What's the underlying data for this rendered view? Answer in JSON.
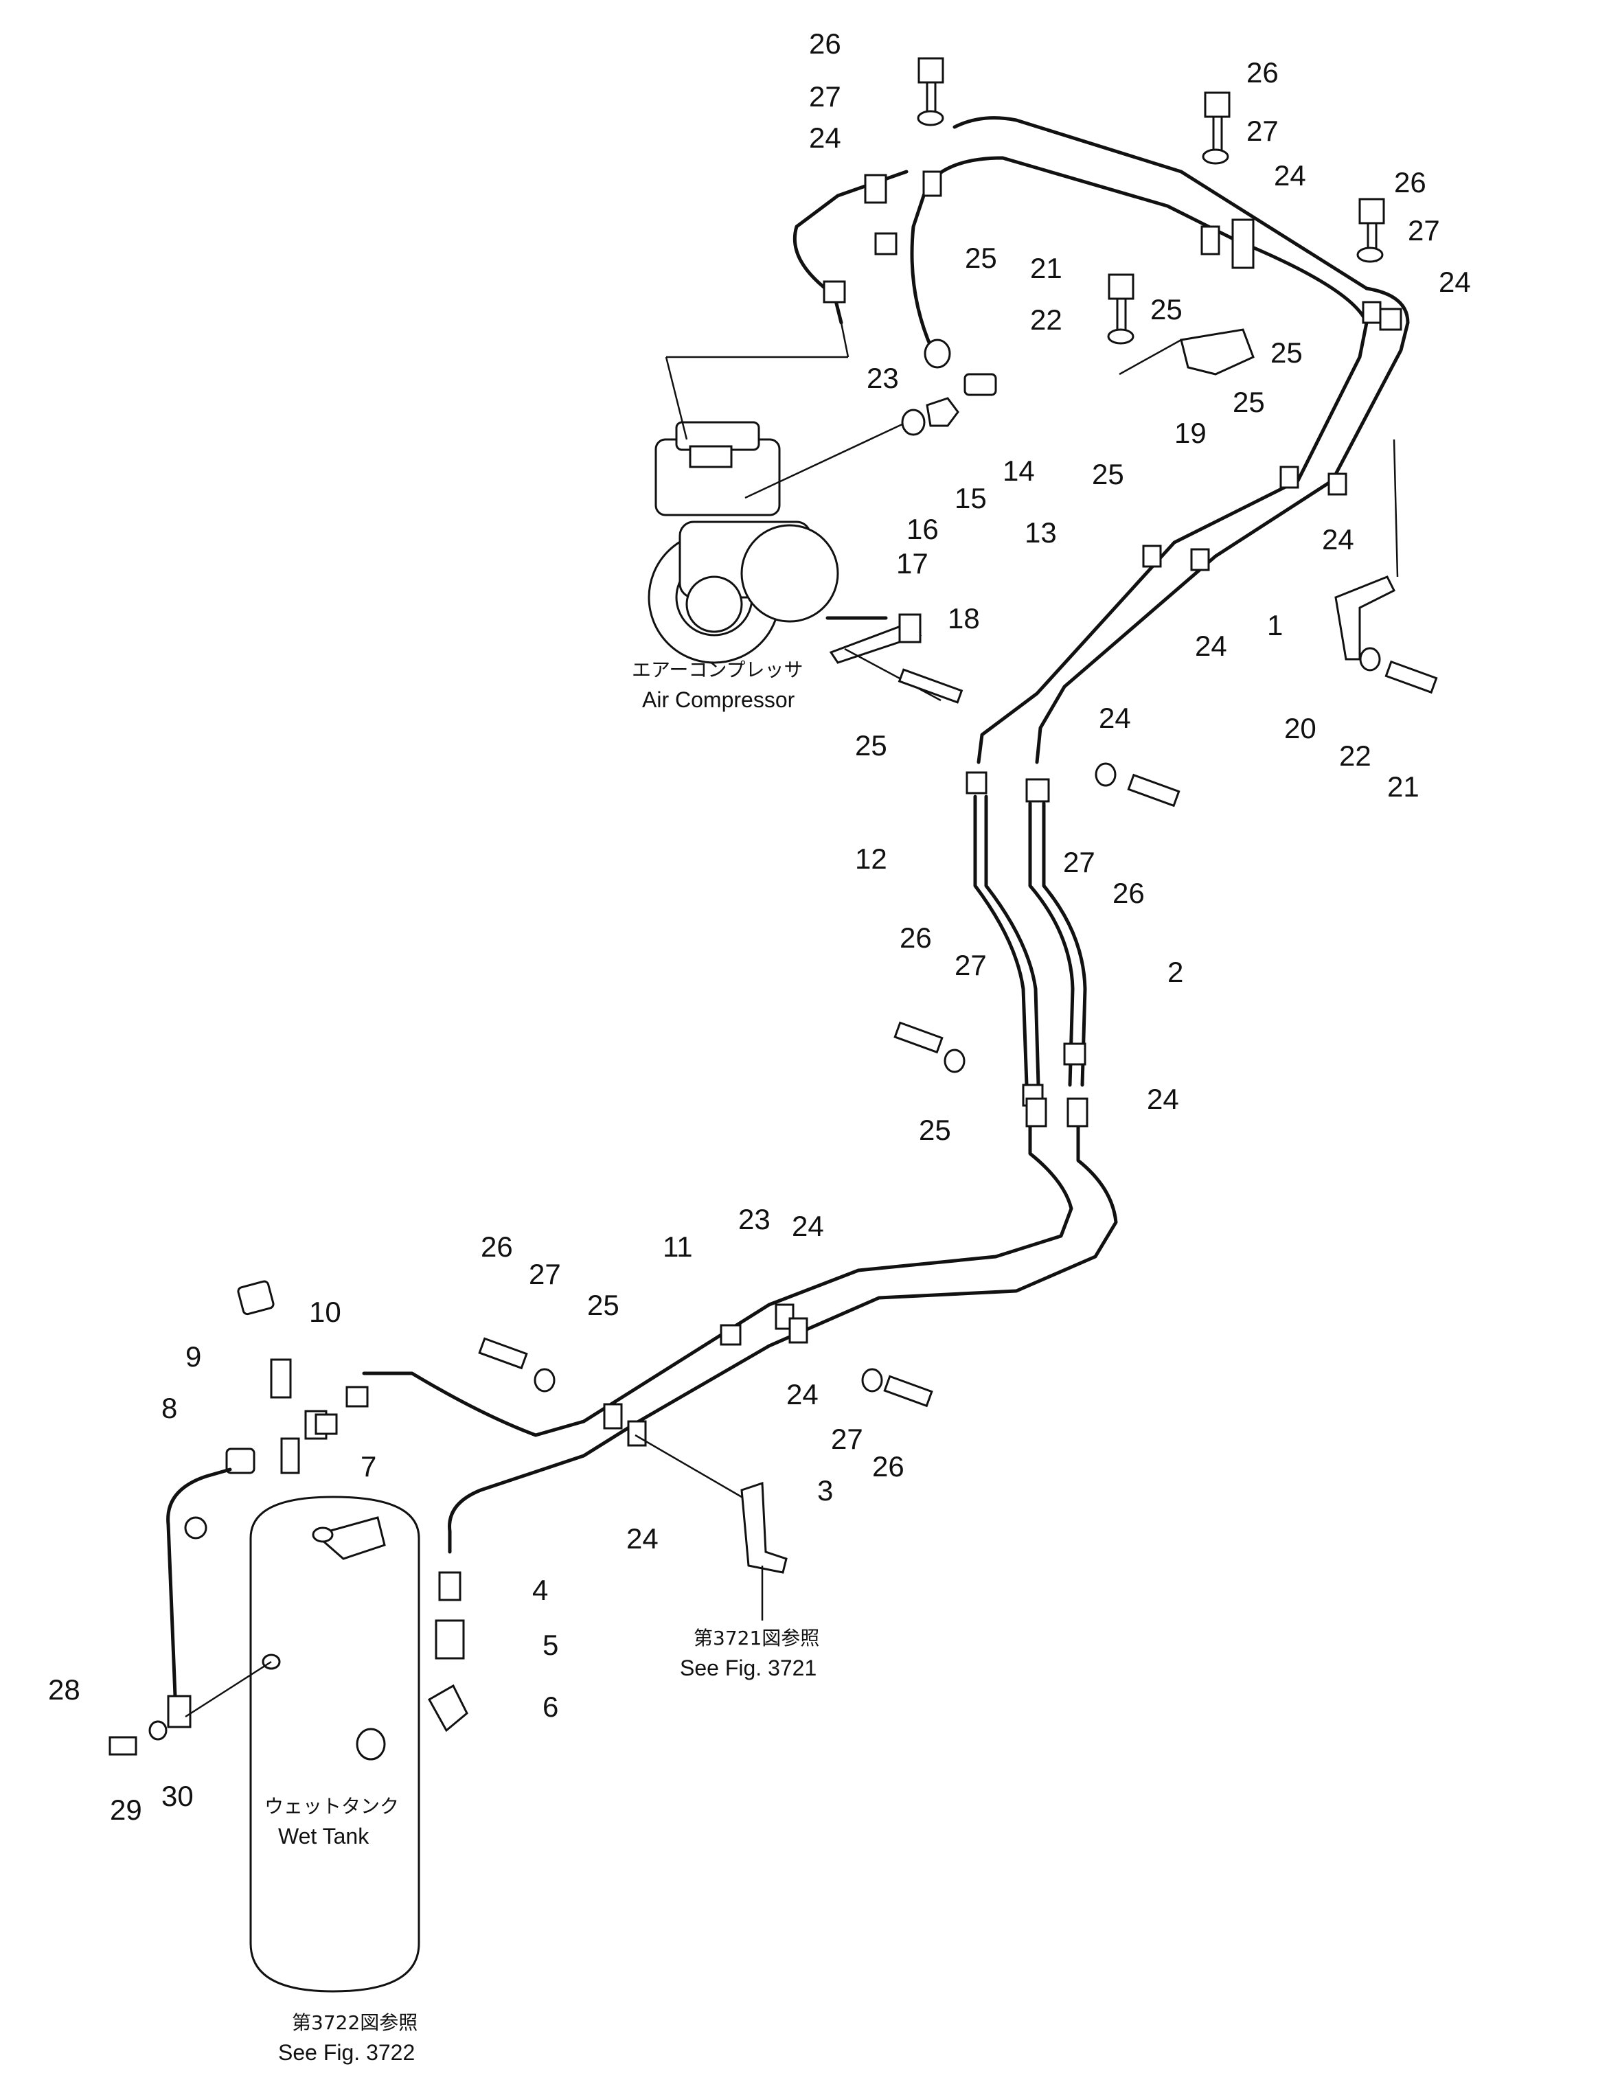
{
  "callouts": [
    {
      "id": "c26a",
      "text": "26"
    },
    {
      "id": "c27a",
      "text": "27"
    },
    {
      "id": "c24a",
      "text": "24"
    },
    {
      "id": "c25a",
      "text": "25"
    },
    {
      "id": "c23a",
      "text": "23"
    },
    {
      "id": "c26b",
      "text": "26"
    },
    {
      "id": "c27b",
      "text": "27"
    },
    {
      "id": "c24b",
      "text": "24"
    },
    {
      "id": "c26c",
      "text": "26"
    },
    {
      "id": "c27c",
      "text": "27"
    },
    {
      "id": "c24c",
      "text": "24"
    },
    {
      "id": "c21a",
      "text": "21"
    },
    {
      "id": "c25b",
      "text": "25"
    },
    {
      "id": "c22a",
      "text": "22"
    },
    {
      "id": "c25c",
      "text": "25"
    },
    {
      "id": "c19",
      "text": "19"
    },
    {
      "id": "c14",
      "text": "14"
    },
    {
      "id": "c15",
      "text": "15"
    },
    {
      "id": "c16",
      "text": "16"
    },
    {
      "id": "c25d",
      "text": "25"
    },
    {
      "id": "c25e",
      "text": "25"
    },
    {
      "id": "c13",
      "text": "13"
    },
    {
      "id": "c24d",
      "text": "24"
    },
    {
      "id": "c1",
      "text": "1"
    },
    {
      "id": "c24e",
      "text": "24"
    },
    {
      "id": "c17",
      "text": "17"
    },
    {
      "id": "c18",
      "text": "18"
    },
    {
      "id": "c24f",
      "text": "24"
    },
    {
      "id": "c20",
      "text": "20"
    },
    {
      "id": "c22b",
      "text": "22"
    },
    {
      "id": "c21b",
      "text": "21"
    },
    {
      "id": "c25f",
      "text": "25"
    },
    {
      "id": "c27d",
      "text": "27"
    },
    {
      "id": "c26d",
      "text": "26"
    },
    {
      "id": "c12",
      "text": "12"
    },
    {
      "id": "c26e",
      "text": "26"
    },
    {
      "id": "c27e",
      "text": "27"
    },
    {
      "id": "c2",
      "text": "2"
    },
    {
      "id": "c24g",
      "text": "24"
    },
    {
      "id": "c25g",
      "text": "25"
    },
    {
      "id": "c23b",
      "text": "23"
    },
    {
      "id": "c24h",
      "text": "24"
    },
    {
      "id": "c11",
      "text": "11"
    },
    {
      "id": "c26f",
      "text": "26"
    },
    {
      "id": "c27f",
      "text": "27"
    },
    {
      "id": "c25h",
      "text": "25"
    },
    {
      "id": "c10",
      "text": "10"
    },
    {
      "id": "c9",
      "text": "9"
    },
    {
      "id": "c8",
      "text": "8"
    },
    {
      "id": "c7",
      "text": "7"
    },
    {
      "id": "c24i",
      "text": "24"
    },
    {
      "id": "c27g",
      "text": "27"
    },
    {
      "id": "c26g",
      "text": "26"
    },
    {
      "id": "c3",
      "text": "3"
    },
    {
      "id": "c24j",
      "text": "24"
    },
    {
      "id": "c4",
      "text": "4"
    },
    {
      "id": "c5",
      "text": "5"
    },
    {
      "id": "c6",
      "text": "6"
    },
    {
      "id": "c28",
      "text": "28"
    },
    {
      "id": "c29",
      "text": "29"
    },
    {
      "id": "c30",
      "text": "30"
    }
  ],
  "labels": {
    "air_compressor_jp": "エアーコンプレッサ",
    "air_compressor_en": "Air Compressor",
    "wet_tank_jp": "ウェットタンク",
    "wet_tank_en": "Wet Tank",
    "ref_3721_jp": "第3721図参照",
    "ref_3721_en": "See Fig. 3721",
    "ref_3722_jp": "第3722図参照",
    "ref_3722_en": "See Fig. 3722"
  }
}
